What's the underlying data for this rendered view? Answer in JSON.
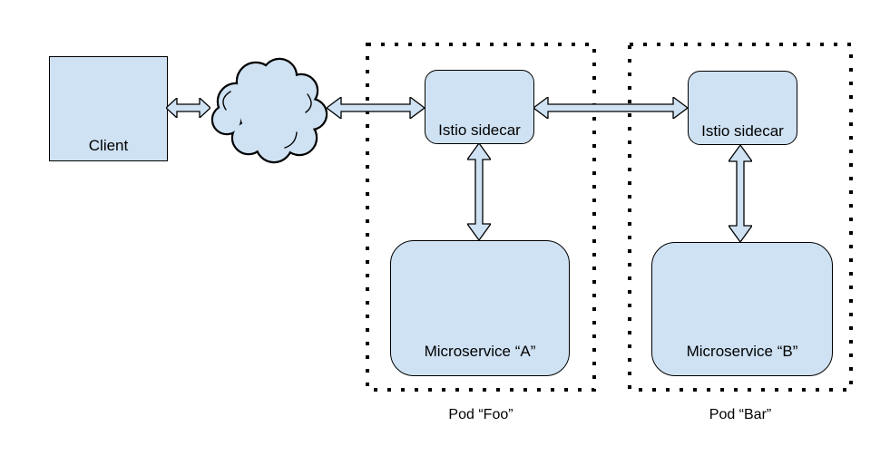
{
  "diagram": {
    "nodes": {
      "client": {
        "label": "Client"
      },
      "cloud": {
        "icon": "cloud-shape",
        "label": ""
      },
      "sidecar_foo": {
        "label": "Istio sidecar"
      },
      "sidecar_bar": {
        "label": "Istio sidecar"
      },
      "microservice_a": {
        "label": "Microservice “A”"
      },
      "microservice_b": {
        "label": "Microservice “B”"
      }
    },
    "pods": [
      {
        "id": "foo",
        "label": "Pod “Foo”"
      },
      {
        "id": "bar",
        "label": "Pod “Bar”"
      }
    ],
    "connections": [
      {
        "from": "client",
        "to": "cloud",
        "type": "bidirectional-arrow"
      },
      {
        "from": "cloud",
        "to": "sidecar_foo",
        "type": "bidirectional-arrow"
      },
      {
        "from": "sidecar_foo",
        "to": "sidecar_bar",
        "type": "bidirectional-arrow"
      },
      {
        "from": "sidecar_foo",
        "to": "microservice_a",
        "type": "bidirectional-arrow"
      },
      {
        "from": "sidecar_bar",
        "to": "microservice_b",
        "type": "bidirectional-arrow"
      }
    ],
    "colors": {
      "shape_fill": "#cfe2f3",
      "shape_stroke": "#000000",
      "text_color": "#000000",
      "bg_color": "#ffffff"
    }
  }
}
